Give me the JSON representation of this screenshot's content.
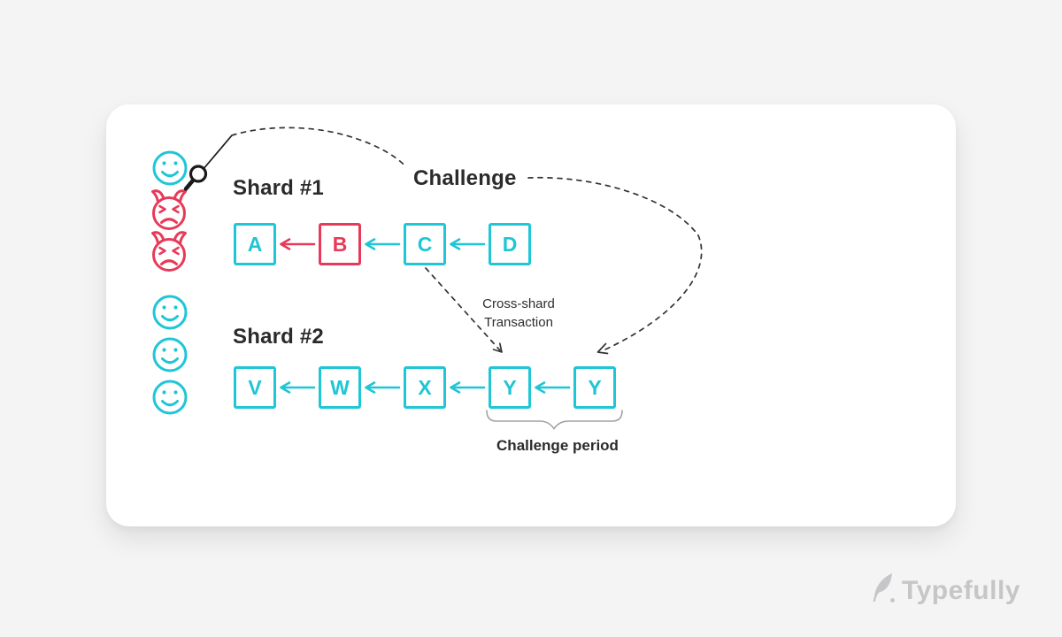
{
  "colors": {
    "background": "#f4f4f5",
    "card": "#ffffff",
    "cyan": "#1ec6d6",
    "red": "#e73a59",
    "ink": "#2b2b2b",
    "dash": "#333333",
    "brace": "#a3a3a3",
    "watermark": "#c6c6c8"
  },
  "diagram": {
    "shard1": {
      "title": "Shard #1",
      "blocks": [
        {
          "letter": "A",
          "color": "cyan"
        },
        {
          "letter": "B",
          "color": "red"
        },
        {
          "letter": "C",
          "color": "cyan"
        },
        {
          "letter": "D",
          "color": "cyan"
        }
      ]
    },
    "shard2": {
      "title": "Shard #2",
      "blocks": [
        {
          "letter": "V",
          "color": "cyan"
        },
        {
          "letter": "W",
          "color": "cyan"
        },
        {
          "letter": "X",
          "color": "cyan"
        },
        {
          "letter": "Y",
          "color": "cyan"
        },
        {
          "letter": "Y",
          "color": "cyan"
        }
      ]
    },
    "annotations": {
      "challenge": "Challenge",
      "cross_shard_line1": "Cross-shard",
      "cross_shard_line2": "Transaction",
      "challenge_period": "Challenge period"
    },
    "validators": {
      "shard1": [
        "happy",
        "angry",
        "angry"
      ],
      "shard2": [
        "happy",
        "happy",
        "happy"
      ]
    }
  },
  "watermark": {
    "label": "Typefully"
  }
}
